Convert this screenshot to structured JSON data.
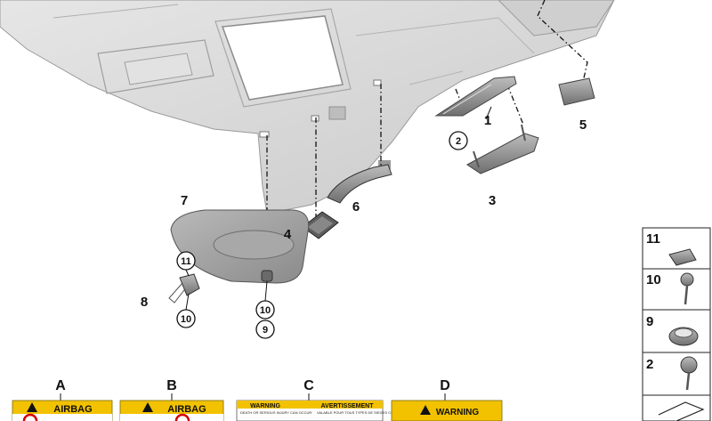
{
  "callouts": {
    "c1": "1",
    "c2": "2",
    "c3": "3",
    "c4": "4",
    "c5": "5",
    "c6": "6",
    "c7": "7",
    "c8": "8",
    "c9": "9",
    "c10a": "10",
    "c10b": "10",
    "c11": "11"
  },
  "side_panel": [
    "11",
    "10",
    "9",
    "2"
  ],
  "labels": {
    "a": {
      "letter": "A",
      "title": "AIRBAG"
    },
    "b": {
      "letter": "B",
      "title": "AIRBAG"
    },
    "c": {
      "letter": "C",
      "title_left": "WARNING",
      "title_right": "AVERTISSEMENT",
      "line_left": "DEATH OR SERIOUS INJURY CAN OCCUR",
      "line_right": "VALABLE POUR TOUS TYPES DE SIEGES CONCERNES"
    },
    "d": {
      "letter": "D",
      "title": "WARNING"
    }
  },
  "colors": {
    "label_yellow": "#f2c200",
    "headliner": "#d9d9d9",
    "warning_red": "#d40000"
  }
}
